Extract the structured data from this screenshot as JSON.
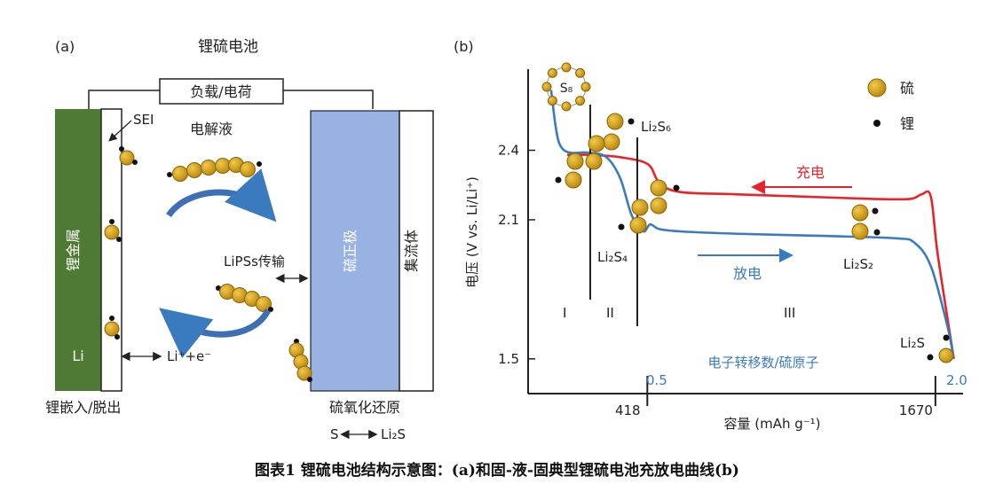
{
  "caption": "图表1 锂硫电池结构示意图：(a)和固-液-固典型锂硫电池充放电曲线(b)",
  "panel_a": {
    "label": "(a)",
    "title": "锂硫电池",
    "load": "负载/电荷",
    "electrolyte": "电解液",
    "sei": "SEI",
    "li_metal": "锂金属",
    "li": "Li",
    "li_ion": "Li⁺+e⁻",
    "lipss": "LiPSs传输",
    "cathode": "硫正极",
    "collector": "集流体",
    "left_bottom": "锂嵌入/脱出",
    "right_bottom": "硫氧化还原",
    "reaction_left": "S",
    "reaction_right": "Li₂S",
    "colors": {
      "anode": "#4e7a33",
      "cathode": "#98b2e3",
      "sulfur": "#d4a21c",
      "arrow": "#3e6fb4"
    }
  },
  "panel_b": {
    "label": "(b)",
    "legend_sulfur": "硫",
    "legend_lithium": "锂",
    "charge_label": "充电",
    "discharge_label": "放电",
    "s8": "S₈",
    "li2s6": "Li₂S₆",
    "li2s4": "Li₂S₄",
    "li2s2": "Li₂S₂",
    "li2s": "Li₂S",
    "region_1": "I",
    "region_2": "II",
    "region_3": "III",
    "electron_note": "电子转移数/硫原子",
    "top_tick_1": "0.5",
    "top_tick_2": "2.0",
    "colors": {
      "charge": "#e8232a",
      "discharge": "#3a7bbf",
      "top_axis_text": "#3a7bbf"
    }
  },
  "chart_data": {
    "type": "line",
    "title": "",
    "xlabel": "容量 (mAh g⁻¹)",
    "ylabel": "电压 (V vs. Li/Li⁺)",
    "x_ticks": [
      418,
      1670
    ],
    "y_ticks": [
      1.5,
      2.1,
      2.4
    ],
    "xlim": [
      -100,
      1790
    ],
    "ylim": [
      1.35,
      2.75
    ],
    "series": [
      {
        "name": "充电",
        "x": [
          70,
          110,
          170,
          300,
          420,
          470,
          560,
          800,
          1100,
          1400,
          1560,
          1610,
          1650,
          1680,
          1750
        ],
        "y": [
          2.38,
          2.38,
          2.38,
          2.37,
          2.34,
          2.26,
          2.22,
          2.21,
          2.2,
          2.19,
          2.19,
          2.21,
          2.2,
          1.95,
          1.5
        ]
      },
      {
        "name": "放电",
        "x": [
          0,
          20,
          40,
          80,
          160,
          240,
          300,
          350,
          400,
          430,
          470,
          560,
          800,
          1200,
          1500,
          1580,
          1650,
          1720,
          1750
        ],
        "y": [
          2.66,
          2.5,
          2.42,
          2.39,
          2.39,
          2.37,
          2.28,
          2.12,
          2.05,
          2.08,
          2.06,
          2.05,
          2.04,
          2.03,
          2.02,
          2.0,
          1.9,
          1.65,
          1.5
        ]
      }
    ]
  }
}
